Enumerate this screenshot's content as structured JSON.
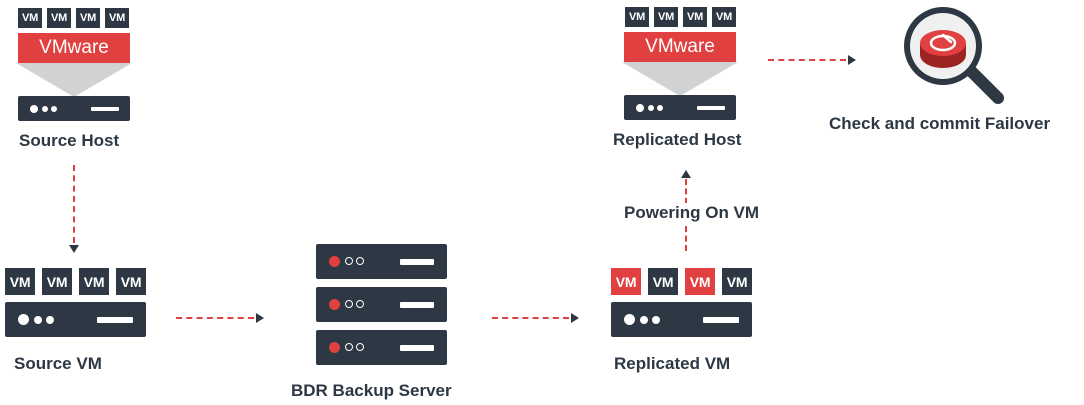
{
  "colors": {
    "dark": "#2d3844",
    "accent": "#e0403f",
    "funnel": "#d0d2d4"
  },
  "vm_label": "VM",
  "vmware_label": "VMware",
  "labels": {
    "source_host": "Source Host",
    "source_vm": "Source VM",
    "bdr_backup_server": "BDR Backup Server",
    "replicated_vm": "Replicated VM",
    "powering_on_vm": "Powering On VM",
    "replicated_host": "Replicated Host",
    "check_and_commit_failover": "Check and commit Failover"
  },
  "icons": [
    "server-icon",
    "vm-chip-icon",
    "magnifier-failover-icon",
    "arrow-right-icon",
    "arrow-down-icon",
    "arrow-up-icon"
  ]
}
